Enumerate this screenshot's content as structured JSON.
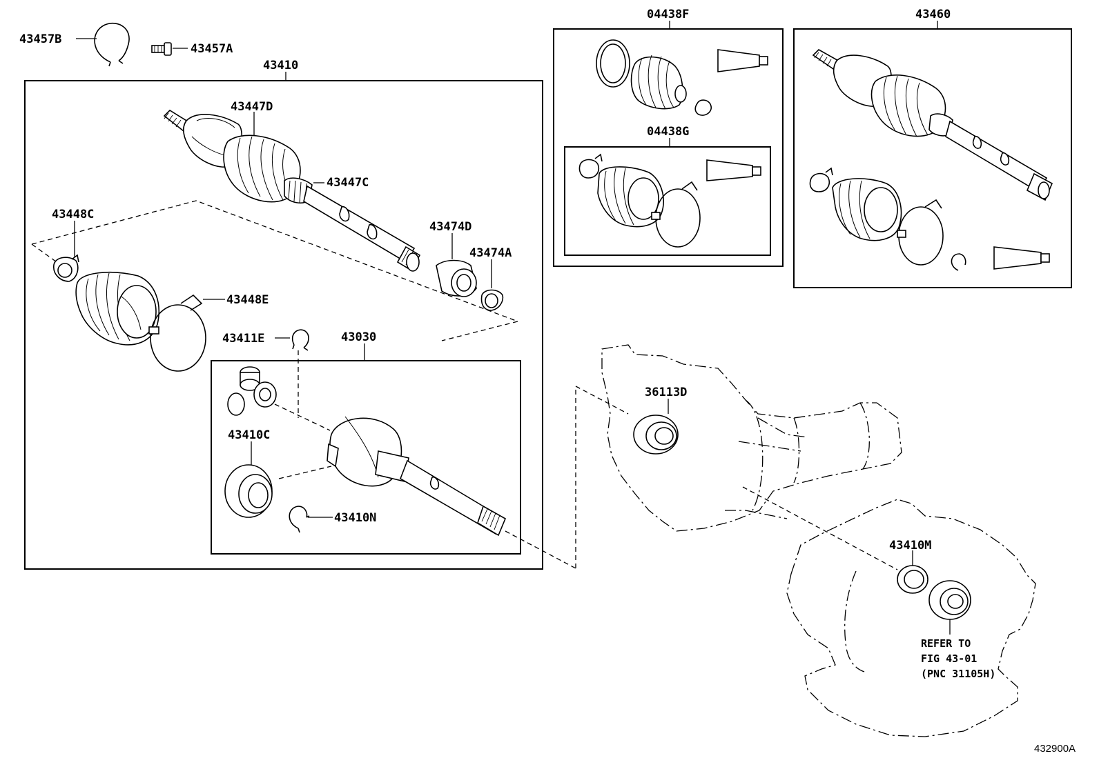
{
  "diagram_id": "432900A",
  "groups": {
    "shaft_assembly": "43410",
    "inner_joint_kit": "43030",
    "boot_kit_f": "04438F",
    "boot_kit_g": "04438G",
    "shaft_assembly_alt": "43460"
  },
  "parts": {
    "p43457b": "43457B",
    "p43457a": "43457A",
    "p43447d": "43447D",
    "p43447c": "43447C",
    "p43448c": "43448C",
    "p43448e": "43448E",
    "p43474d": "43474D",
    "p43474a": "43474A",
    "p43411e": "43411E",
    "p43410c": "43410C",
    "p43410n": "43410N",
    "p36113d": "36113D",
    "p43410m": "43410M"
  },
  "refer_note": {
    "line1": "REFER TO",
    "line2": "FIG 43-01",
    "line3": "(PNC 31105H)"
  }
}
